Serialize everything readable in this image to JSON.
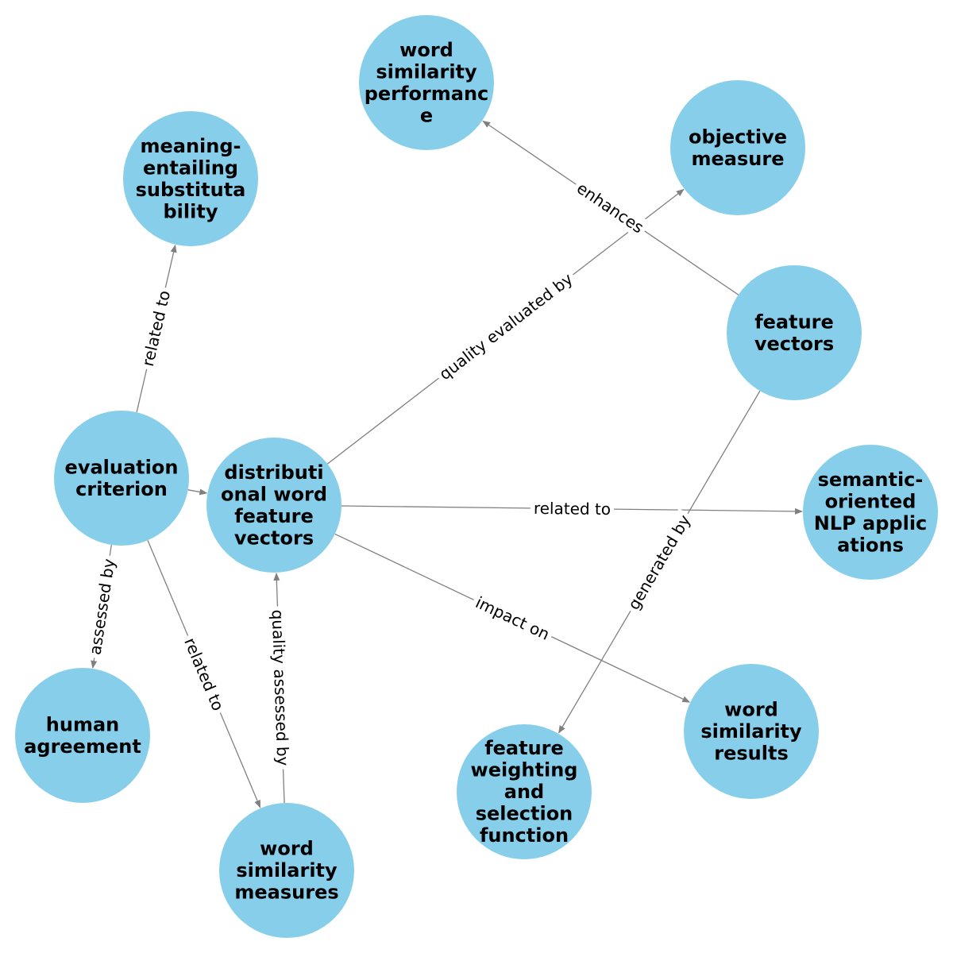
{
  "colors": {
    "node_fill": "#87ceeb",
    "edge": "#808080",
    "text": "#000000",
    "background": "#ffffff"
  },
  "nodes": [
    {
      "id": "wsp",
      "lines": [
        "word",
        "similarity",
        "performanc",
        "e"
      ]
    },
    {
      "id": "om",
      "lines": [
        "objective",
        "measure"
      ]
    },
    {
      "id": "mes",
      "lines": [
        "meaning-",
        "entailing",
        "substituta",
        "bility"
      ]
    },
    {
      "id": "fv",
      "lines": [
        "feature",
        "vectors"
      ]
    },
    {
      "id": "ec",
      "lines": [
        "evaluation",
        "criterion"
      ]
    },
    {
      "id": "dwfv",
      "lines": [
        "distributi",
        "onal word",
        "feature",
        "vectors"
      ]
    },
    {
      "id": "sonlp",
      "lines": [
        "semantic-",
        "oriented",
        "NLP applic",
        "ations"
      ]
    },
    {
      "id": "ha",
      "lines": [
        "human",
        "agreement"
      ]
    },
    {
      "id": "wsr",
      "lines": [
        "word",
        "similarity",
        "results"
      ]
    },
    {
      "id": "fwsf",
      "lines": [
        "feature",
        "weighting",
        "and",
        "selection",
        "function"
      ]
    },
    {
      "id": "wsm",
      "lines": [
        "word",
        "similarity",
        "measures"
      ]
    }
  ],
  "edges": [
    {
      "source": "fv",
      "target": "wsp",
      "label": "enhances"
    },
    {
      "source": "dwfv",
      "target": "om",
      "label": "quality evaluated by"
    },
    {
      "source": "ec",
      "target": "mes",
      "label": "related to"
    },
    {
      "source": "fv",
      "target": "fwsf",
      "label": "generated by"
    },
    {
      "source": "dwfv",
      "target": "sonlp",
      "label": "related to"
    },
    {
      "source": "ec",
      "target": "dwfv",
      "label": ""
    },
    {
      "source": "ec",
      "target": "ha",
      "label": "assessed by"
    },
    {
      "source": "ec",
      "target": "wsm",
      "label": "related to"
    },
    {
      "source": "wsm",
      "target": "dwfv",
      "label": "quality assessed by"
    },
    {
      "source": "dwfv",
      "target": "wsr",
      "label": "impact on"
    }
  ]
}
